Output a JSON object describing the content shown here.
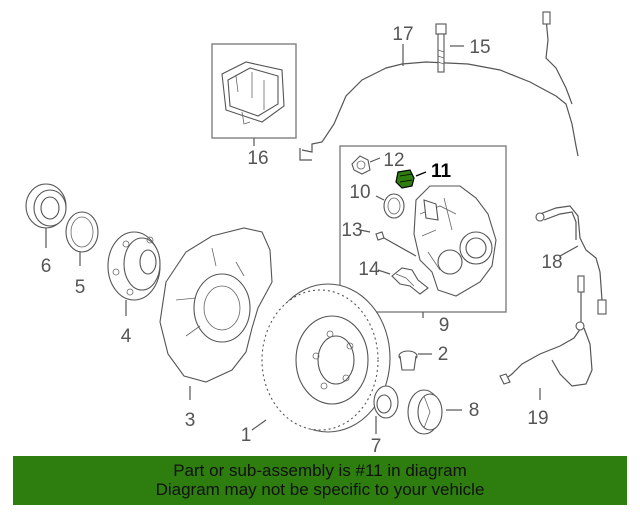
{
  "diagram": {
    "callouts": {
      "c1": "1",
      "c2": "2",
      "c3": "3",
      "c4": "4",
      "c5": "5",
      "c6": "6",
      "c7": "7",
      "c8": "8",
      "c9": "9",
      "c10": "10",
      "c11": "11",
      "c12": "12",
      "c13": "13",
      "c14": "14",
      "c15": "15",
      "c16": "16",
      "c17": "17",
      "c18": "18",
      "c19": "19"
    },
    "highlight_part": "11",
    "highlight_color": "#2e7d0f"
  },
  "banner": {
    "line1": "Part or sub-assembly is #11 in diagram",
    "line2": "Diagram may not be specific to your vehicle",
    "background": "#2e7d0f"
  }
}
